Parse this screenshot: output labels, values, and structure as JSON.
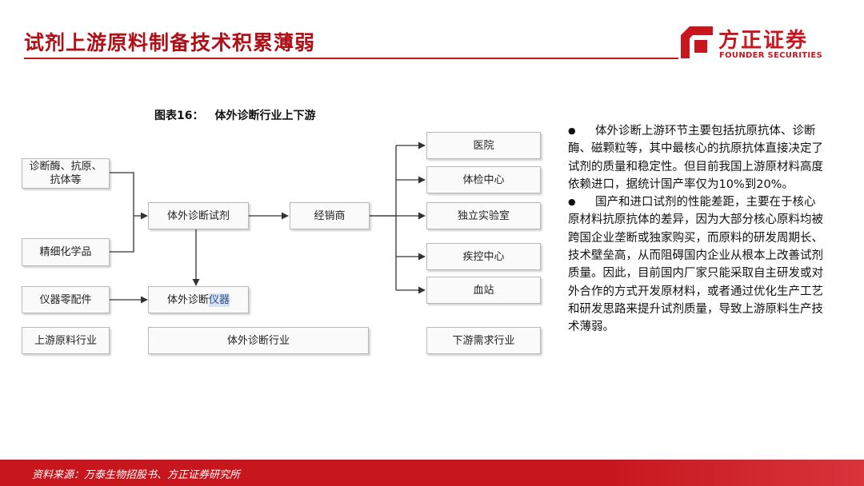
{
  "title": "试剂上游原料制备技术积累薄弱",
  "logo": {
    "cn": "方正证券",
    "en": "FOUNDER SECURITIES"
  },
  "figure": {
    "number": "图表16：",
    "caption": "体外诊断行业上下游"
  },
  "diagram": {
    "upstream": {
      "enzymes_antigens": "诊断酶、抗原、抗体等",
      "chemicals": "精细化学品",
      "instrument_parts": "仪器零配件"
    },
    "midstream": {
      "reagents": "体外诊断试剂",
      "instruments_prefix": "体外诊断",
      "instruments_highlight": "仪器",
      "distributor": "经销商"
    },
    "downstream": [
      "医院",
      "体检中心",
      "独立实验室",
      "疾控中心",
      "血站"
    ],
    "row_labels": {
      "upstream": "上游原料行业",
      "midstream": "体外诊断行业",
      "downstream": "下游需求行业"
    }
  },
  "bullets": [
    "体外诊断上游环节主要包括抗原抗体、诊断酶、磁颗粒等，其中最核心的抗原抗体直接决定了试剂的质量和稳定性。但目前我国上游原材料高度依赖进口，据统计国产率仅为10%到20%。",
    "国产和进口试剂的性能差距，主要在于核心原材料抗原抗体的差异，因为大部分核心原料均被跨国企业垄断或独家购买，而原料的研发周期长、技术壁垒高，从而阻碍国内企业从根本上改善试剂质量。因此，目前国内厂家只能采取自主研发或对外合作的方式开发原材料，或者通过优化生产工艺和研发思路来提升试剂质量，导致上游原料生产技术薄弱。"
  ],
  "source": "资料来源：万泰生物招股书、方正证券研究所",
  "colors": {
    "brand_red": "#c8161e",
    "title_red": "#b01018",
    "box_border": "#b9b9b9"
  }
}
